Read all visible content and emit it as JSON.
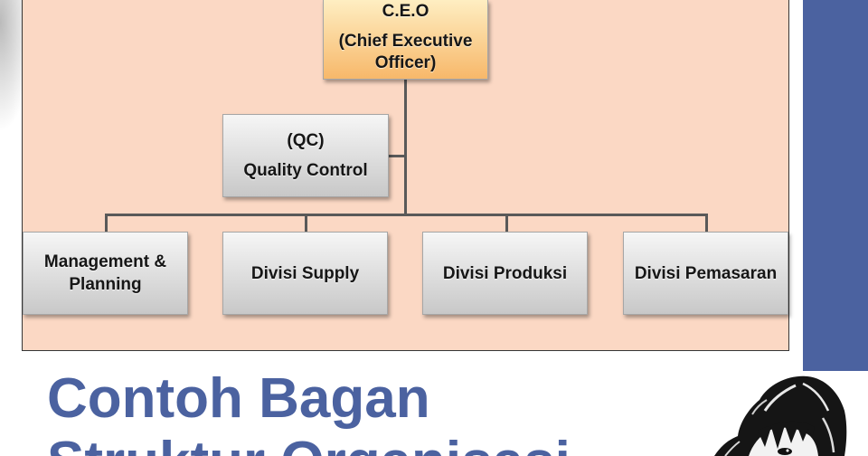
{
  "slide": {
    "title_line1": "Contoh Bagan",
    "title_line2": "Struktur Organisasi"
  },
  "org_chart": {
    "ceo": {
      "abbr": "C.E.O",
      "full": "(Chief Executive Officer)"
    },
    "qc": {
      "abbr": "(QC)",
      "full": "Quality Control"
    },
    "divisions": [
      {
        "label": "Management & Planning"
      },
      {
        "label": "Divisi Supply"
      },
      {
        "label": "Divisi Produksi"
      },
      {
        "label": "Divisi Pemasaran"
      }
    ]
  },
  "illustration": {
    "icon": "anime-character-icon"
  },
  "colors": {
    "chart_background": "#fbd8c4",
    "accent_blue": "#4b62a0",
    "ceo_box_top": "#feeec2",
    "ceo_box_bottom": "#f7b86a",
    "box_top": "#f6f6f6",
    "box_bottom": "#c8c8c8",
    "connector": "#595959"
  }
}
